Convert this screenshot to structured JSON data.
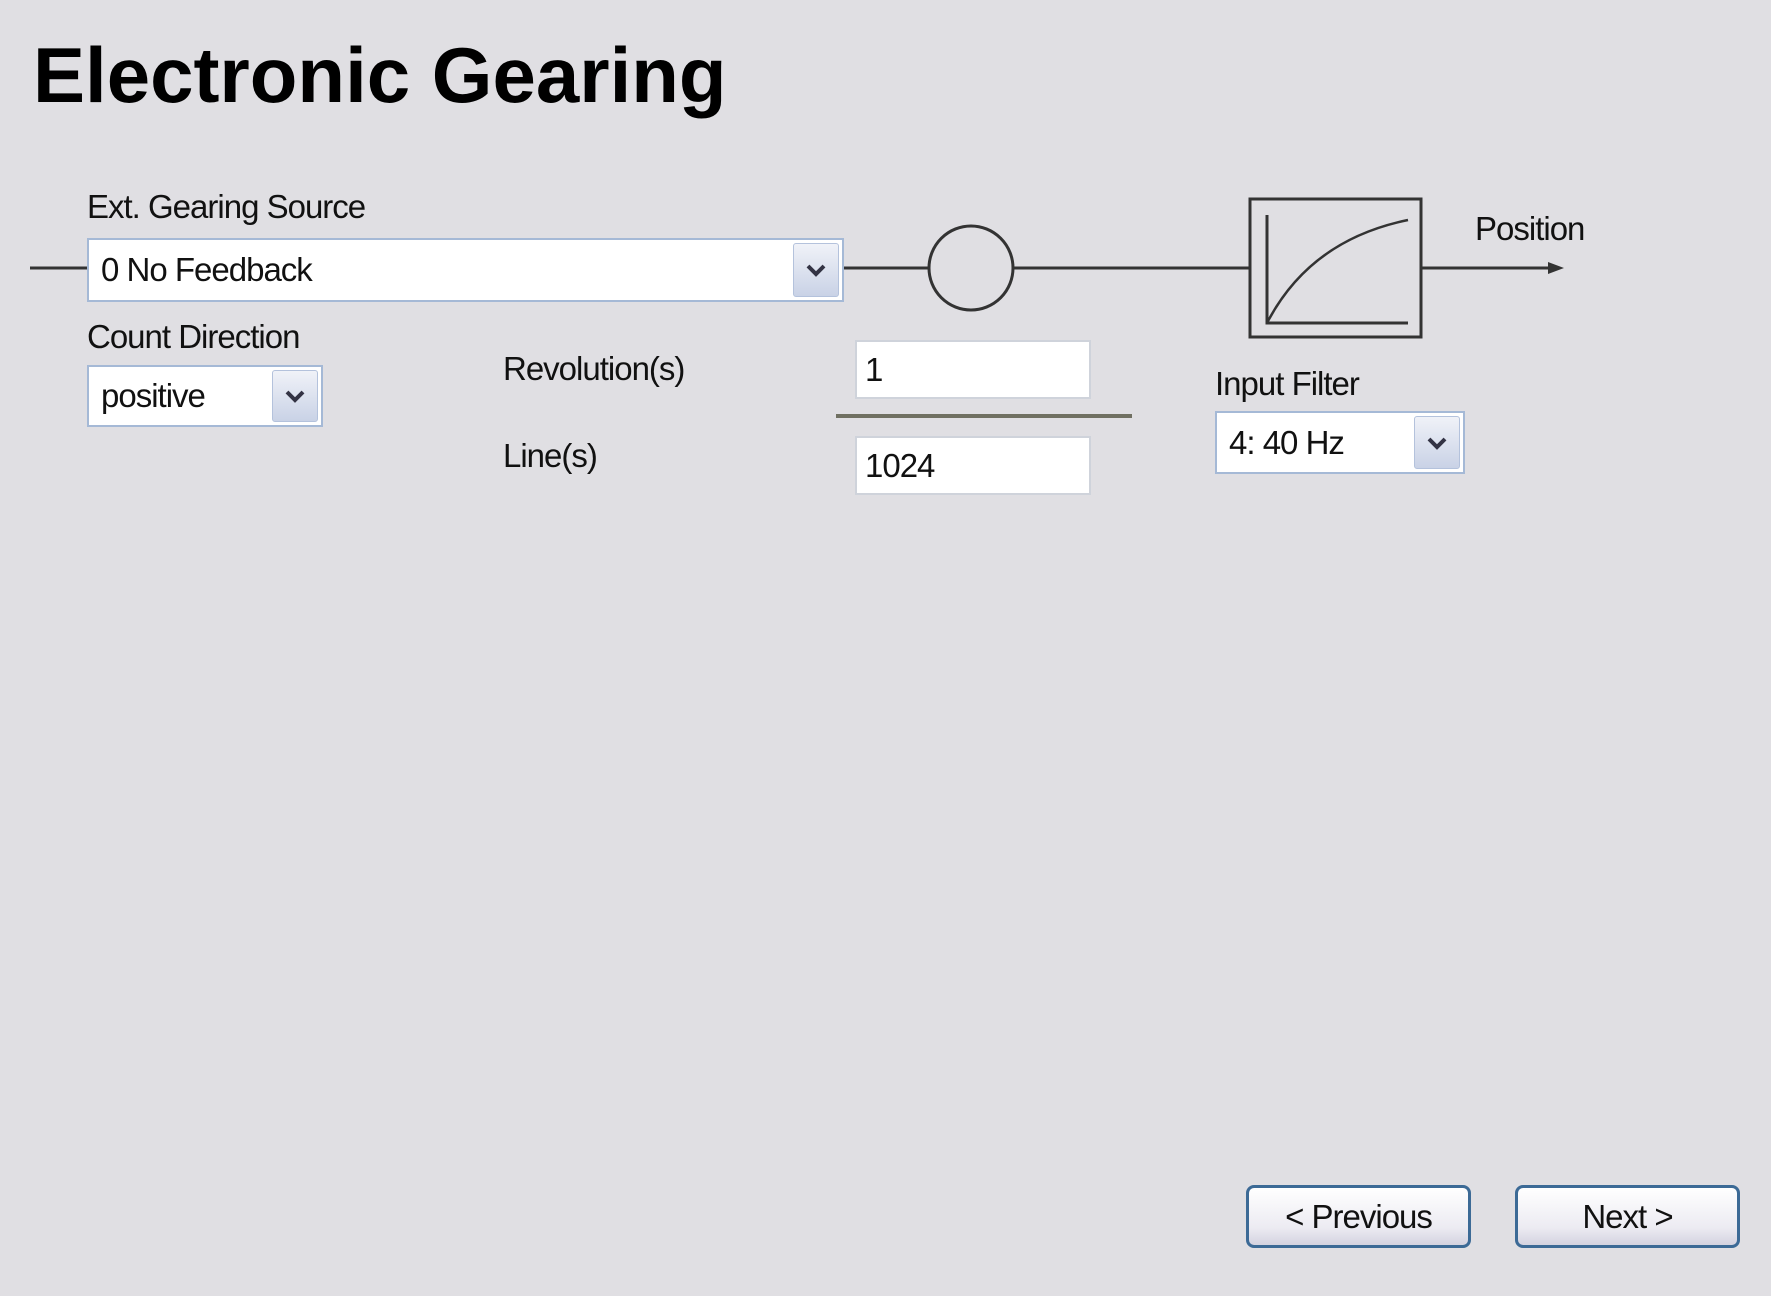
{
  "title": "Electronic Gearing",
  "gearing_source": {
    "label": "Ext. Gearing Source",
    "value": "0 No Feedback"
  },
  "count_direction": {
    "label": "Count Direction",
    "value": "positive"
  },
  "revolutions": {
    "label": "Revolution(s)",
    "value": "1"
  },
  "lines": {
    "label": "Line(s)",
    "value": "1024"
  },
  "input_filter": {
    "label": "Input Filter",
    "value": "4: 40 Hz"
  },
  "output_label": "Position",
  "buttons": {
    "previous": "< Previous",
    "next": "Next >"
  }
}
